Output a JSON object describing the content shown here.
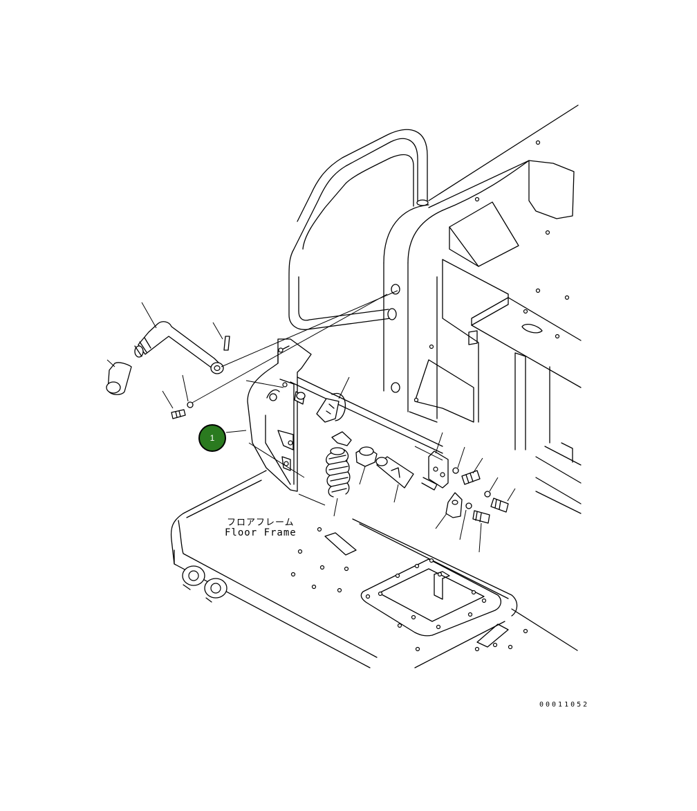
{
  "labels": {
    "floor_frame_jp": "フロアフレーム",
    "floor_frame_en": "Floor Frame",
    "drawing_number": "00011052"
  },
  "callouts": [
    {
      "number": "1"
    }
  ],
  "colors": {
    "callout_fill": "#2a7a1f",
    "line": "#000000",
    "background": "#ffffff"
  }
}
